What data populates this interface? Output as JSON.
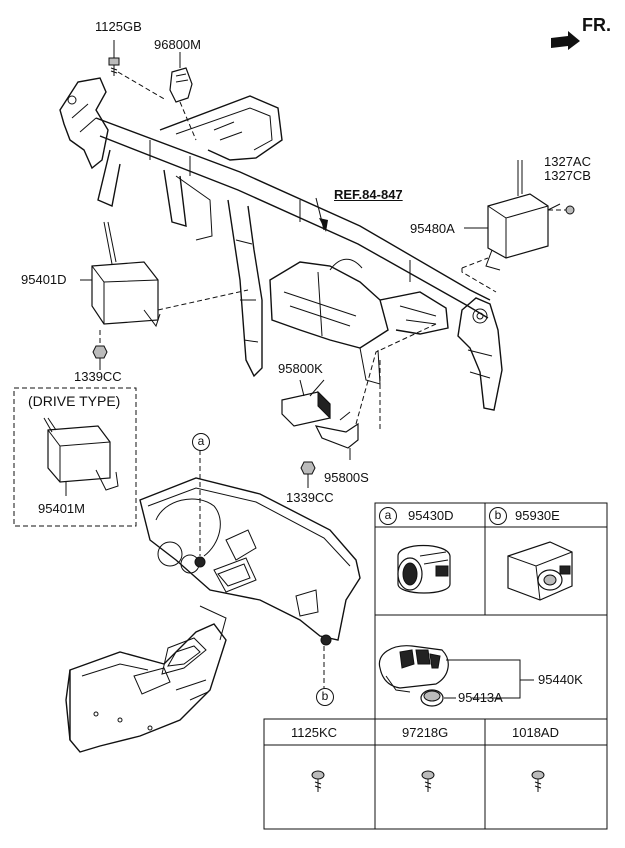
{
  "direction": {
    "label": "FR."
  },
  "reference": {
    "label": "REF.84-847"
  },
  "parts": {
    "p1125gb": "1125GB",
    "p96800m": "96800M",
    "p1327ac": "1327AC",
    "p1327cb": "1327CB",
    "p95480a": "95480A",
    "p95401d": "95401D",
    "p1339cc_a": "1339CC",
    "p95800k": "95800K",
    "p95800s": "95800S",
    "p1339cc_b": "1339CC",
    "p95401m": "95401M",
    "drive_type": "(DRIVE TYPE)"
  },
  "callouts": {
    "a": "a",
    "b": "b"
  },
  "table": {
    "a_marker": "a",
    "a_part": "95430D",
    "b_marker": "b",
    "b_part": "95930E",
    "p95440k": "95440K",
    "p95413a": "95413A",
    "bottom_headers": [
      "1125KC",
      "97218G",
      "1018AD"
    ]
  }
}
